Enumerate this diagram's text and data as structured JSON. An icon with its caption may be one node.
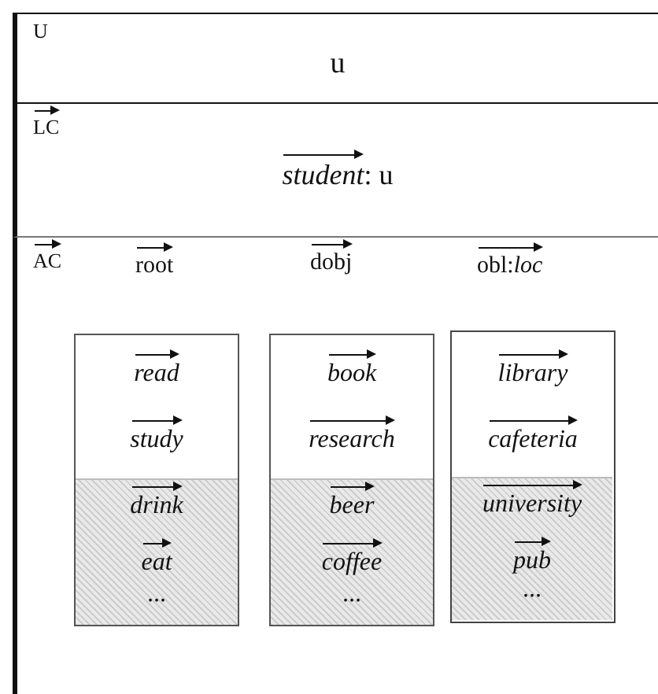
{
  "diagram": {
    "nodes": [
      {
        "text": [
          "U",
          "u"
        ]
      },
      {
        "text": [
          "LC",
          "*student*: u"
        ]
      },
      {
        "text": [
          "AC",
          "root",
          "dobj",
          "obl:*loc*"
        ]
      },
      {
        "text": [
          "read",
          "study"
        ],
        "in": 2
      },
      {
        "text": [
          "drink",
          "eat",
          "..."
        ],
        "in": 3
      },
      {
        "text": [
          "book",
          "research"
        ],
        "in": 2
      },
      {
        "text": [
          "beer",
          "coffee",
          "..."
        ],
        "in": 5
      },
      {
        "text": [
          "library",
          "cafeteria"
        ],
        "in": 2
      },
      {
        "text": [
          "university",
          "pub",
          "..."
        ],
        "in": 7
      }
    ]
  }
}
